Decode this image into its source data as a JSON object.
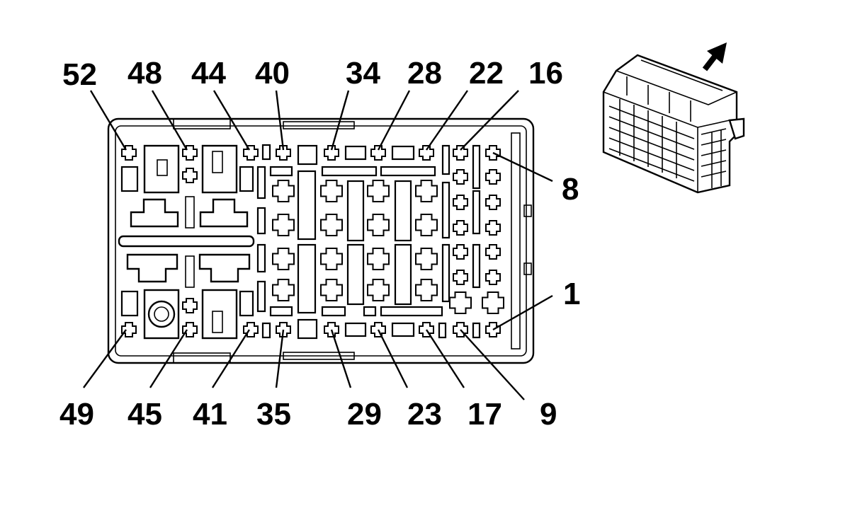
{
  "diagram": {
    "pin_labels": {
      "top": [
        "52",
        "48",
        "44",
        "40",
        "34",
        "28",
        "22",
        "16"
      ],
      "bottom": [
        "49",
        "45",
        "41",
        "35",
        "29",
        "23",
        "17",
        "9"
      ],
      "right": [
        "8",
        "1"
      ]
    },
    "icons": {
      "connector_body": "fuse-block-connector-face",
      "connector_view": "connector-isometric-view-icon",
      "direction_arrow": "arrow-up-right-icon"
    }
  }
}
